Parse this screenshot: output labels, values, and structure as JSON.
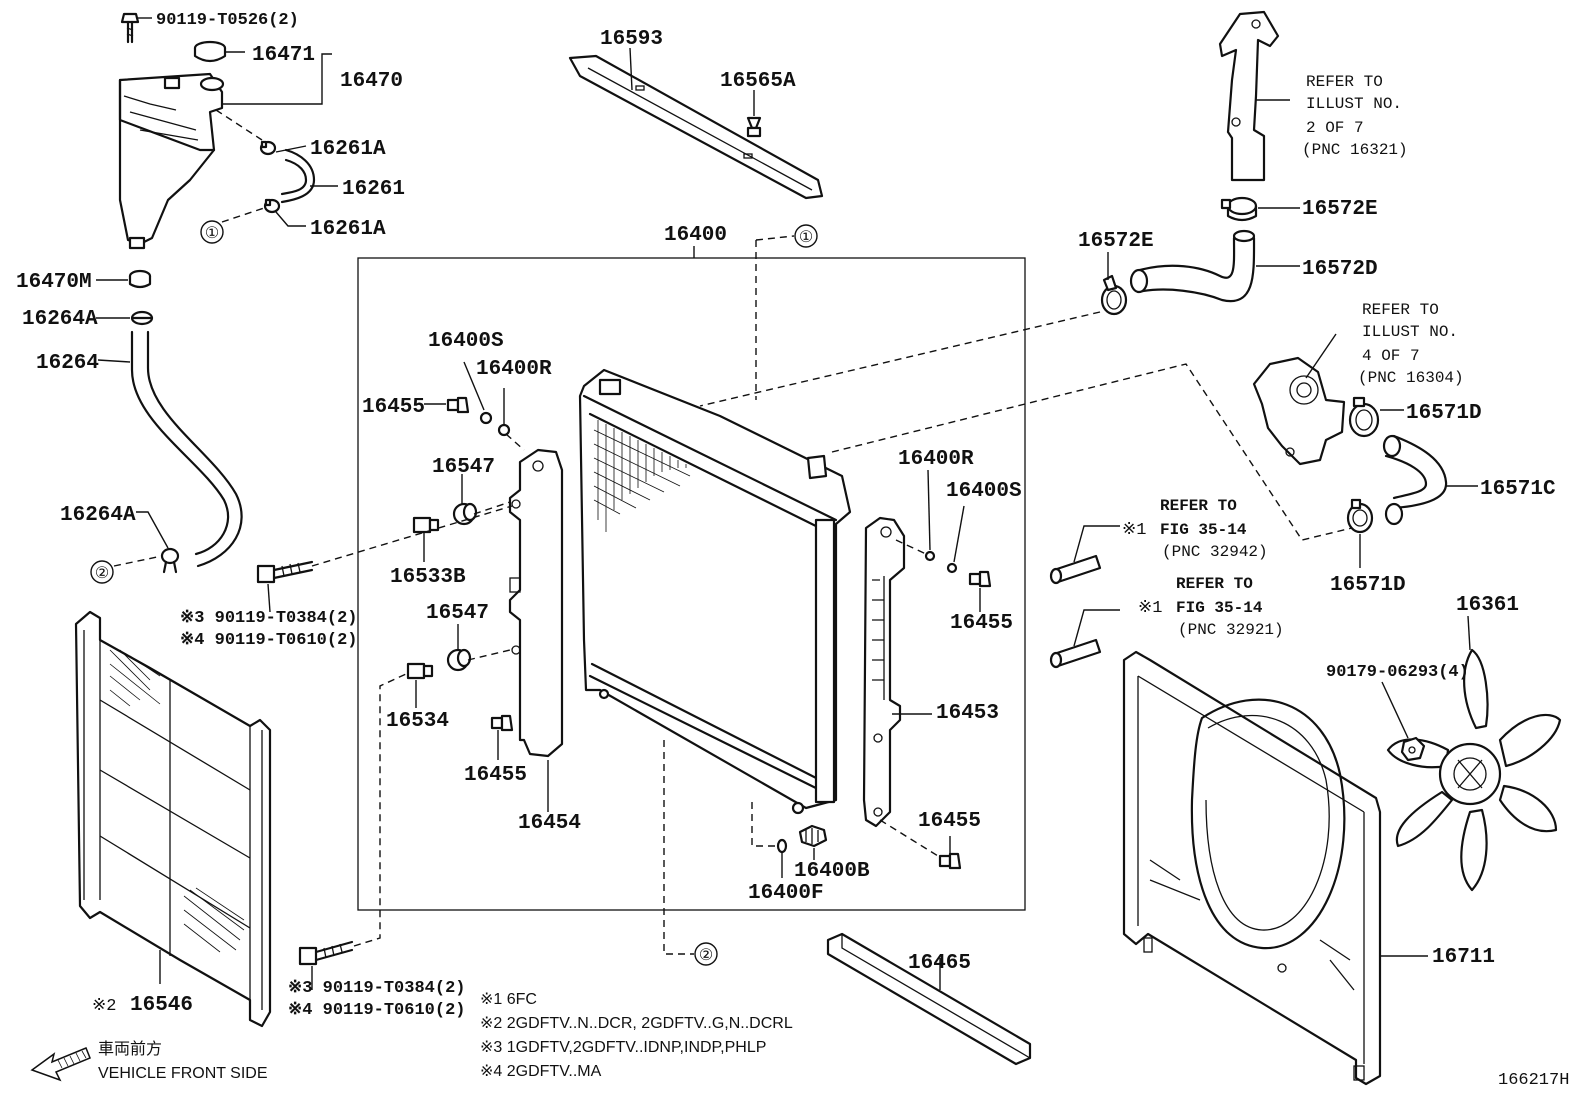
{
  "diagram_id": "166217H",
  "direction": {
    "jp": "車両前方",
    "en": "VEHICLE FRONT SIDE"
  },
  "notes": [
    "※1 6FC",
    "※2 2GDFTV..N..DCR, 2GDFTV..G,N..DCRL",
    "※3 1GDFTV,2GDFTV..IDNP,INDP,PHLP",
    "※4 2GDFTV..MA"
  ],
  "refer_blocks": {
    "r1": [
      "REFER TO",
      "ILLUST NO.",
      "2 OF 7",
      "(PNC 16321)"
    ],
    "r2": [
      "REFER TO",
      "ILLUST NO.",
      "4 OF 7",
      "(PNC 16304)"
    ],
    "r3": [
      "REFER TO",
      "FIG 35-14",
      "(PNC 32942)"
    ],
    "r4": [
      "REFER TO",
      "FIG 35-14",
      "(PNC 32921)"
    ]
  },
  "callouts": {
    "c1": "①",
    "c2": "②"
  },
  "parts": {
    "p90119_T0526": "90119-T0526(2)",
    "p16471": "16471",
    "p16470": "16470",
    "p16261A_a": "16261A",
    "p16261": "16261",
    "p16261A_b": "16261A",
    "p16470M": "16470M",
    "p16264A_a": "16264A",
    "p16264": "16264",
    "p16264A_b": "16264A",
    "p16593": "16593",
    "p16565A": "16565A",
    "p16400": "16400",
    "p16400S_a": "16400S",
    "p16400R_a": "16400R",
    "p16455_a": "16455",
    "p16547_a": "16547",
    "p16533B": "16533B",
    "p16547_b": "16547",
    "p16534": "16534",
    "p16455_b": "16455",
    "p16454": "16454",
    "p16400R_b": "16400R",
    "p16400S_b": "16400S",
    "p16455_c": "16455",
    "p16453": "16453",
    "p16455_d": "16455",
    "p16400B": "16400B",
    "p16400F": "16400F",
    "p16465": "16465",
    "p16546": "16546",
    "p16546_prefix": "※2",
    "p16572E_a": "16572E",
    "p16572E_b": "16572E",
    "p16572D": "16572D",
    "p16571D_a": "16571D",
    "p16571C": "16571C",
    "p16571D_b": "16571D",
    "p16361": "16361",
    "p90179": "90179-06293(4)",
    "p16711": "16711",
    "refmark_1a": "※1",
    "refmark_1b": "※1",
    "bolt_a_3": "※3 90119-T0384(2)",
    "bolt_a_4": "※4 90119-T0610(2)",
    "bolt_b_3": "※3 90119-T0384(2)",
    "bolt_b_4": "※4 90119-T0610(2)"
  }
}
